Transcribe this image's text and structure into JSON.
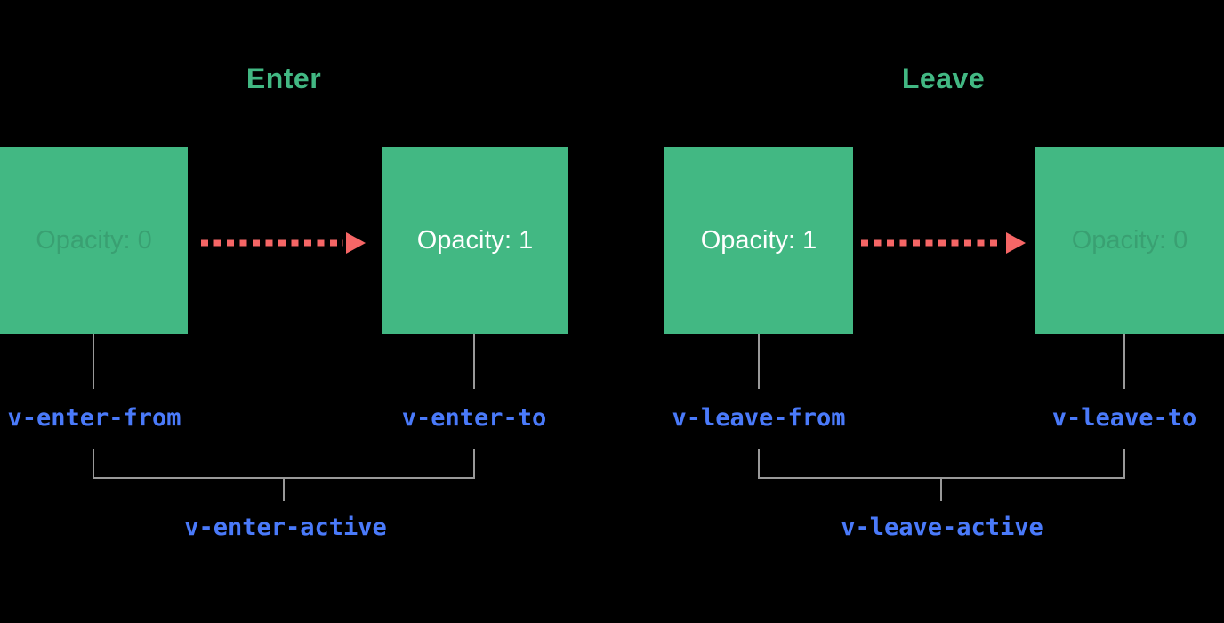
{
  "colors": {
    "background": "#000000",
    "box_green": "#42b883",
    "title_green": "#42b883",
    "arrow_red": "#f66666",
    "class_label_blue": "#4a7afa",
    "line_gray": "#999999",
    "opacity_full_text": "#ffffff"
  },
  "sections": [
    {
      "title": "Enter",
      "from_box": "Opacity: 0",
      "to_box": "Opacity: 1",
      "from_label": "v-enter-from",
      "to_label": "v-enter-to",
      "active_label": "v-enter-active"
    },
    {
      "title": "Leave",
      "from_box": "Opacity: 1",
      "to_box": "Opacity: 0",
      "from_label": "v-leave-from",
      "to_label": "v-leave-to",
      "active_label": "v-leave-active"
    }
  ]
}
